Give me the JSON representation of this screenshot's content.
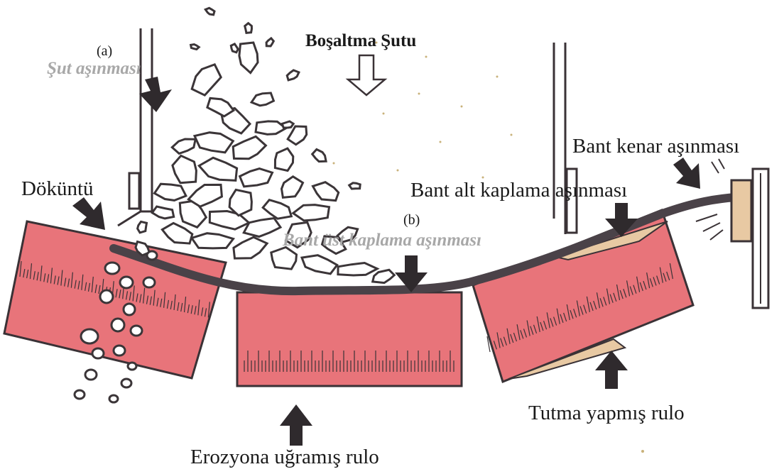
{
  "diagram": {
    "title": "Boşaltma Şutu",
    "labels": {
      "marker_a": "(a)",
      "chute_wear": "Şut aşınması",
      "spillage": "Döküntü",
      "marker_b": "(b)",
      "top_cover_wear": "Bant üst kaplama aşınması",
      "bottom_cover_wear": "Bant alt kaplama aşınması",
      "edge_wear": "Bant kenar aşınması",
      "eroded_roller": "Erozyona uğramış rulo",
      "seized_roller": "Tutma yapmış rulo"
    },
    "colors": {
      "roller_fill": "#e8747a",
      "roller_outline": "#3a3236",
      "belt": "#4a4248",
      "rock_outline": "#3b3538",
      "wear_strip": "#e8c9a3",
      "arrow": "#2f2a2d",
      "grey_label": "#a8a8a8"
    },
    "icons": [
      "down-arrow-hollow-icon",
      "wear-arrow-icon",
      "up-arrow-icon",
      "rock-particle-icon"
    ]
  }
}
